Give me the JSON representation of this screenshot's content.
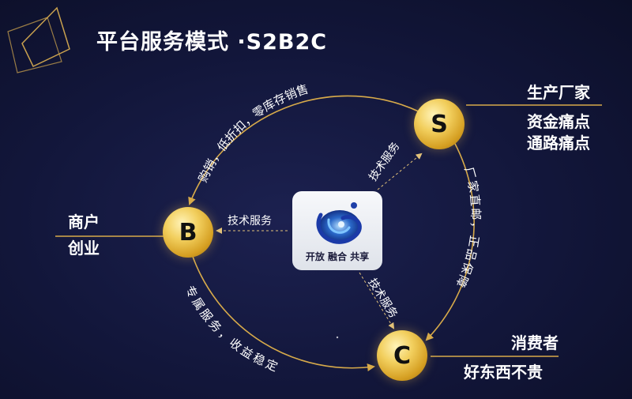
{
  "title": "平台服务模式 ·S2B2C",
  "center": {
    "caption": "开放 融合 共享",
    "logo": "spiral-galaxy-logo"
  },
  "nodes": {
    "s": "S",
    "b": "B",
    "c": "C"
  },
  "labels": {
    "s": [
      "生产厂家",
      "资金痛点",
      "通路痛点"
    ],
    "b": [
      "商户",
      "创业"
    ],
    "c": [
      "消费者",
      "好东西不贵"
    ]
  },
  "arcs": {
    "s_to_b": "购销，低折扣，零库存销售",
    "s_to_c": "厂家直邮，正品保障",
    "b_to_c": "专属服务，收益稳定"
  },
  "services": {
    "to_s": "技术服务",
    "to_b": "技术服务",
    "to_c": "技术服务"
  },
  "colors": {
    "gold": "#d7aa4a",
    "background": "#12163a",
    "text": "#ffffff"
  }
}
